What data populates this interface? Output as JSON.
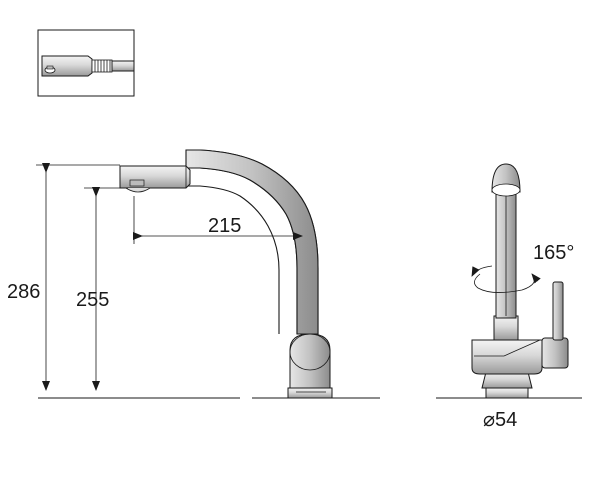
{
  "dimensions": {
    "total_height": "286",
    "spout_height": "255",
    "reach": "215",
    "rotation": "165°",
    "base_diameter": "⌀54"
  },
  "icons": {
    "detail_view": "pull-out-spray-head-icon",
    "side_view": "faucet-side-view-icon",
    "front_view": "faucet-front-view-icon",
    "rotation": "rotation-arrow-icon"
  }
}
